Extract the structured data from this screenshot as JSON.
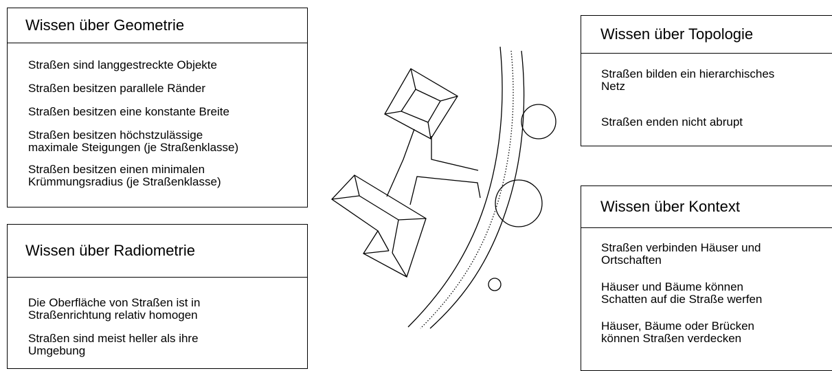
{
  "geometry": {
    "title": "Wissen über Geometrie",
    "items": [
      "Straßen sind langgestreckte Objekte",
      "Straßen besitzen parallele Ränder",
      "Straßen besitzen eine konstante Breite",
      "Straßen besitzen höchstzulässige\nmaximale Steigungen (je Straßenklasse)",
      "Straßen besitzen einen minimalen\nKrümmungsradius (je Straßenklasse)"
    ]
  },
  "radiometry": {
    "title": "Wissen über Radiometrie",
    "items": [
      "Die Oberfläche von Straßen ist in\nStraßenrichtung relativ homogen",
      "Straßen sind meist heller als ihre\nUmgebung"
    ]
  },
  "topology": {
    "title": "Wissen über Topologie",
    "items": [
      "Straßen bilden ein hierarchisches\nNetz",
      "Straßen enden nicht abrupt"
    ]
  },
  "context": {
    "title": "Wissen über Kontext",
    "items": [
      "Straßen verbinden Häuser und\nOrtschaften",
      "Häuser und Bäume können\nSchatten auf die Straße werfen",
      "Häuser, Bäume oder Brücken\nkönnen Straßen verdecken"
    ]
  }
}
